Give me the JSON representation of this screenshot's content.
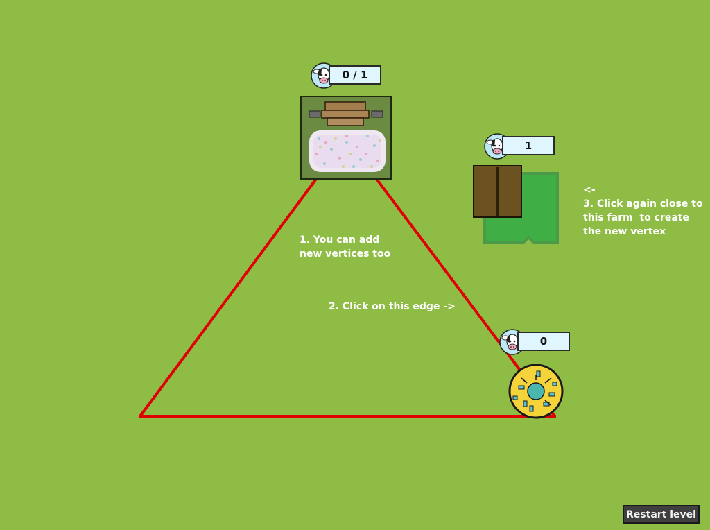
{
  "counters": {
    "field_farm": "0 / 1",
    "barn_farm": "1",
    "pond_farm": "0"
  },
  "hints": {
    "step1": "1. You can add\nnew vertices too",
    "step2": "2. Click on this edge ->",
    "step3": "<-\n3. Click again close to\nthis farm  to create\nthe new vertex"
  },
  "restart_label": "Restart level",
  "icons": {
    "cow": "cow-icon",
    "field": "grain-field-icon",
    "barn": "barn-icon",
    "pond": "feeding-pond-icon"
  },
  "colors": {
    "background": "#8fbc45",
    "edge": "#e00000",
    "counter_box": "#dff6ff",
    "pond": "#f5d33b",
    "barn_roof": "#6b5220",
    "pen": "#3fae44"
  }
}
